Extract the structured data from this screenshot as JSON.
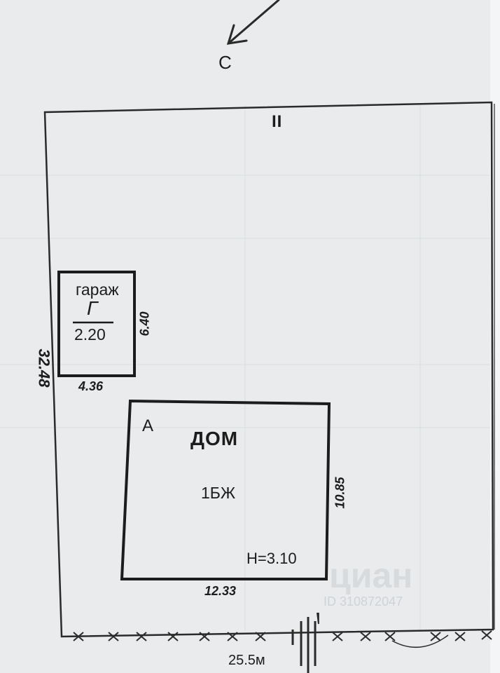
{
  "compass": {
    "north_label": "С"
  },
  "boundary_label": "II",
  "lot": {
    "left_side": "32.48",
    "frontage": "25.5м",
    "gate_label": "I"
  },
  "garage": {
    "word": "гараж",
    "letter": "Г",
    "value": "2.20",
    "height_dim": "6.40",
    "width_dim": "4.36"
  },
  "house": {
    "letter": "А",
    "name": "ДОМ",
    "class": "1БЖ",
    "height": "Н=3.10",
    "height_dim": "10.85",
    "width_dim": "12.33"
  },
  "watermark": {
    "logo": "циан",
    "id": "ID 310872047"
  }
}
